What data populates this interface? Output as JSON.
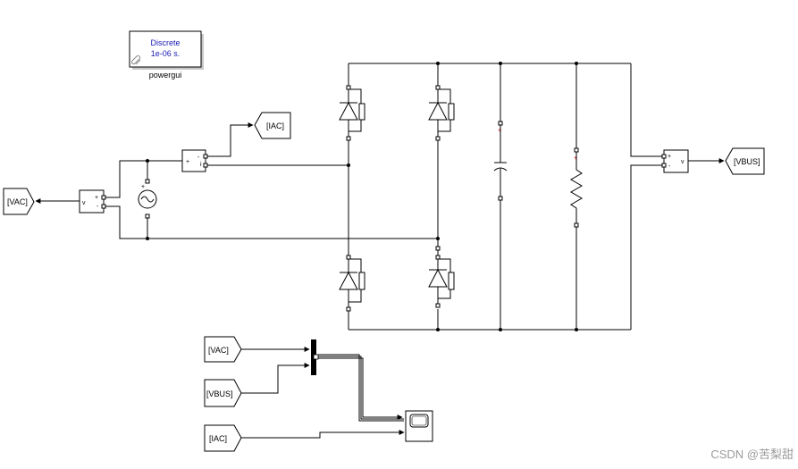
{
  "powergui": {
    "mode": "Discrete",
    "sample_time": "1e-06 s.",
    "name": "powergui"
  },
  "tags": {
    "iac_goto": "[IAC]",
    "vac_goto": "[VAC]",
    "vbus_goto": "[VBUS]",
    "vac_from": "[VAC]",
    "vbus_from": "[VBUS]",
    "iac_from": "[IAC]"
  },
  "voltmeter_ac": {
    "plus": "+",
    "minus": "-",
    "out": "v"
  },
  "voltmeter_bus": {
    "plus": "+",
    "minus": "-",
    "out": "v"
  },
  "current_meter": {
    "plus": "+",
    "minus": "-",
    "out": "i"
  },
  "source": {
    "plus": "+"
  },
  "watermark": "CSDN @苦梨甜",
  "colors": {
    "accent": "#1a1ab4",
    "wire": "#000000",
    "port_marker": "#e02020"
  }
}
